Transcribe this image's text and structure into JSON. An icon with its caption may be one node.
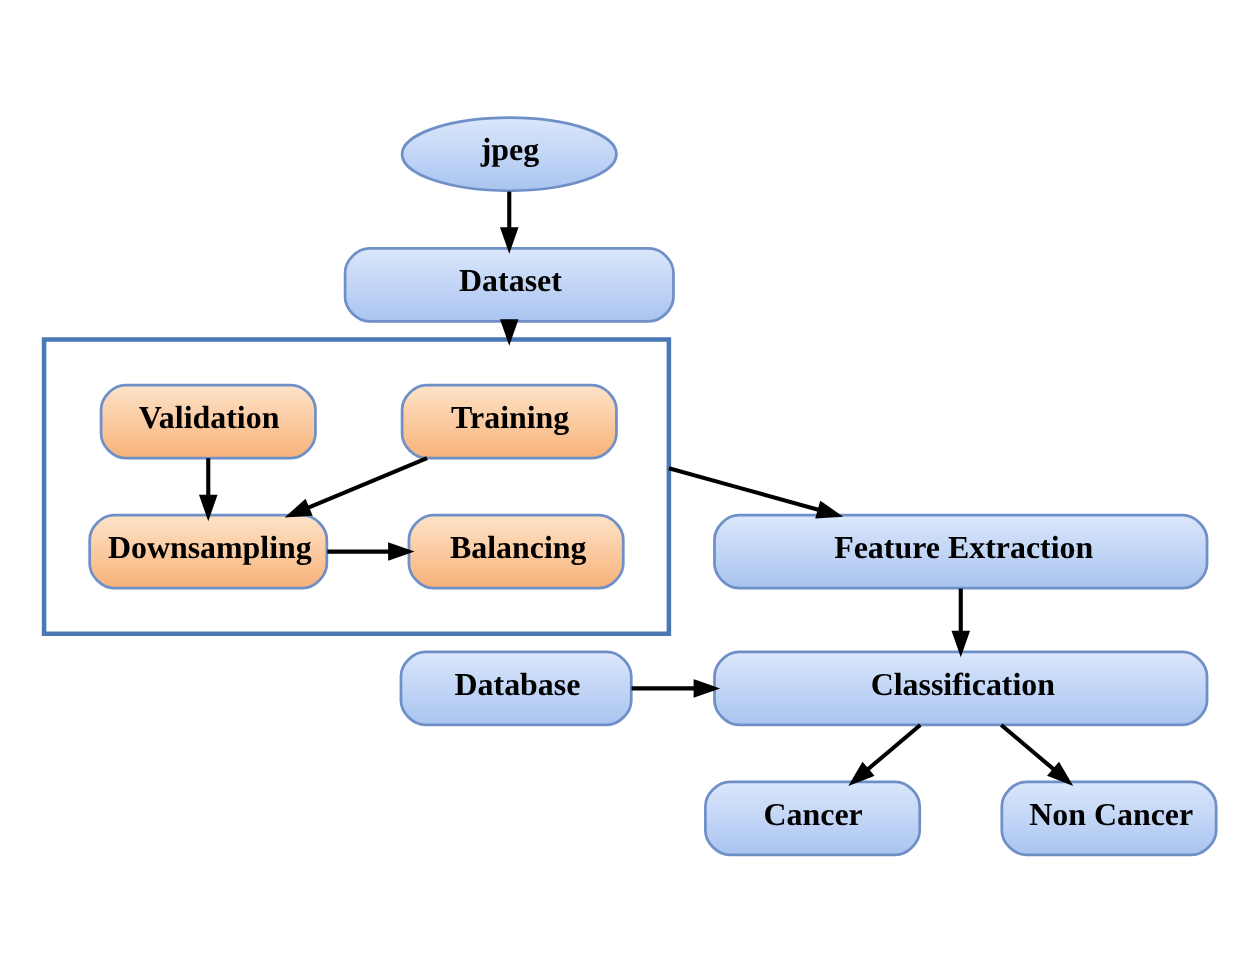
{
  "diagram": {
    "nodes": [
      {
        "text": [
          "jpeg"
        ]
      },
      {
        "text": [
          "Dataset"
        ]
      },
      {
        "text": [],
        "shape": "box"
      },
      {
        "text": [
          "Training"
        ],
        "in": 2
      },
      {
        "text": [
          "Validation"
        ],
        "in": 2
      },
      {
        "text": [
          "Downsampling"
        ],
        "in": 2
      },
      {
        "text": [
          "Balancing"
        ],
        "in": 2
      },
      {
        "text": [
          "Feature Extraction"
        ]
      },
      {
        "text": [
          "Database"
        ]
      },
      {
        "text": [
          "Classification"
        ]
      },
      {
        "text": [
          "Cancer"
        ]
      },
      {
        "text": [
          "Non Cancer"
        ]
      }
    ],
    "edges": [
      {
        "from": 0,
        "to": 1,
        "arrow": "to"
      },
      {
        "from": 1,
        "to": 2,
        "arrow": "to"
      },
      {
        "from": 3,
        "to": 5,
        "arrow": "to"
      },
      {
        "from": 4,
        "to": 5,
        "arrow": "to"
      },
      {
        "from": 5,
        "to": 6,
        "arrow": "to"
      },
      {
        "from": 2,
        "to": 7,
        "arrow": "to"
      },
      {
        "from": 8,
        "to": 9,
        "arrow": "to"
      },
      {
        "from": 7,
        "to": 9,
        "arrow": "to"
      },
      {
        "from": 9,
        "to": 10,
        "arrow": "to"
      },
      {
        "from": 9,
        "to": 11,
        "arrow": "to"
      }
    ]
  }
}
